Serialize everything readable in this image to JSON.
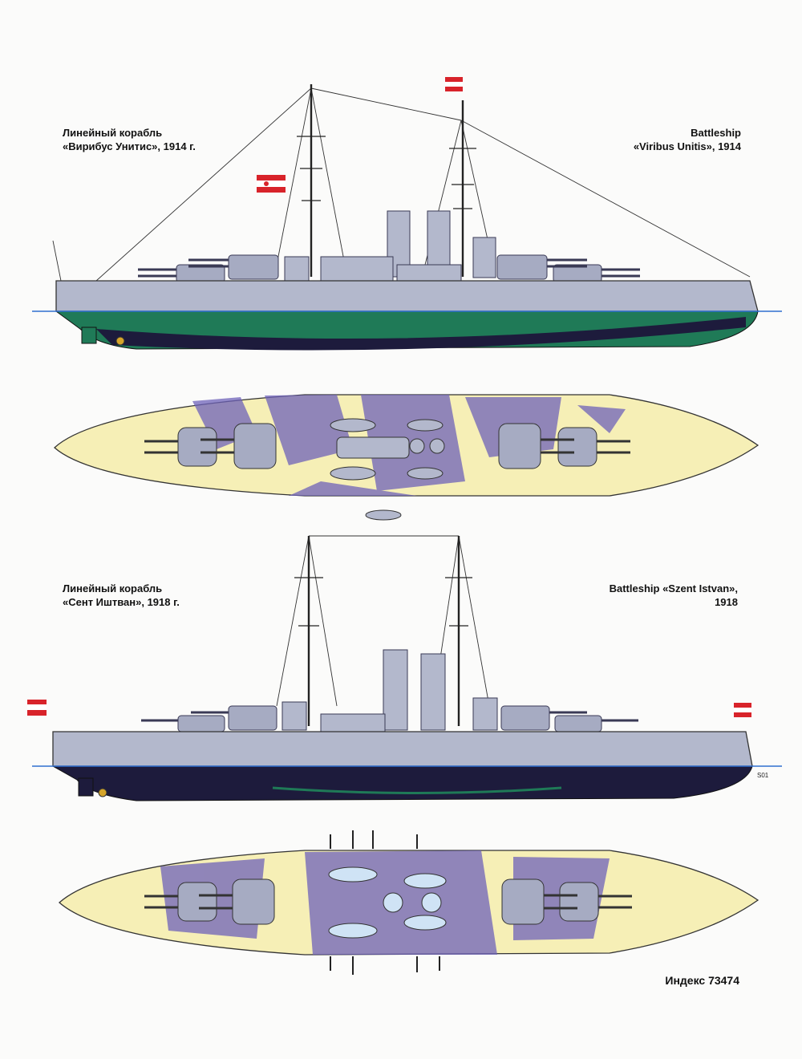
{
  "plate_top": {
    "caption_ru": [
      "Линейный корабль",
      "«Вирибус Унитис», 1914 г."
    ],
    "caption_en": [
      "Battleship",
      "«Viribus Unitis», 1914"
    ]
  },
  "plate_bottom": {
    "caption_ru": [
      "Линейный корабль",
      "«Сент Иштван», 1918 г."
    ],
    "caption_en": [
      "Battleship «Szent Istvan»,",
      "1918"
    ]
  },
  "footer": {
    "index": "Индекс 73474"
  },
  "signature": "S01",
  "colors": {
    "hull_grey": "#b3b8cc",
    "hull_dark": "#1d1b3c",
    "boot_green": "#1f7a57",
    "waterline_blue": "#2f6fd0",
    "deck_yellow": "#f6efb6",
    "shadow_purple": "#6e62b9",
    "flag_red": "#d8232a"
  }
}
